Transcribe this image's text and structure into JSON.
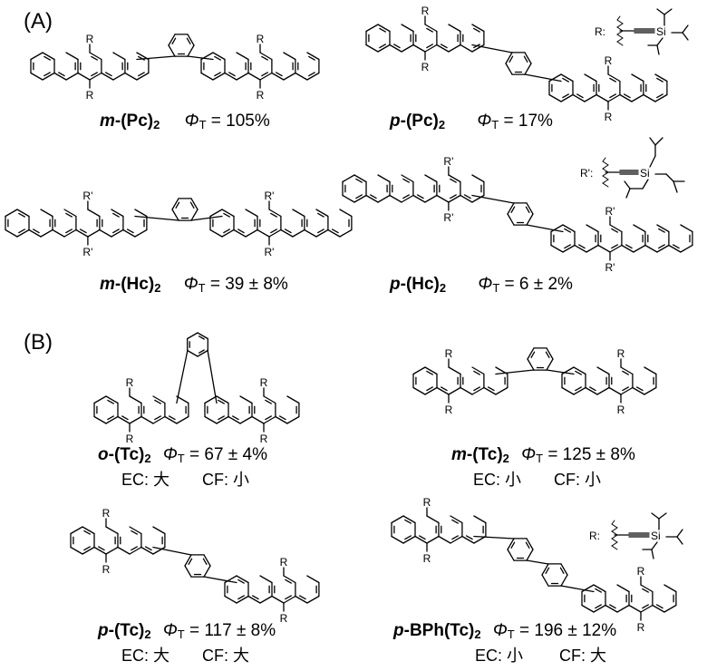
{
  "sections": [
    "(A)",
    "(B)"
  ],
  "rgroup": {
    "R": "R:",
    "Rp": "R':",
    "si": "Si",
    "R_atom": "R",
    "Rp_atom": "R'"
  },
  "compounds": [
    {
      "prefix": "m",
      "core": "(Pc)",
      "sub": "2",
      "phi_sym": "Φ",
      "phi_sub": "T",
      "value": "= 105%"
    },
    {
      "prefix": "p",
      "core": "(Pc)",
      "sub": "2",
      "phi_sym": "Φ",
      "phi_sub": "T",
      "value": "= 17%"
    },
    {
      "prefix": "m",
      "core": "(Hc)",
      "sub": "2",
      "phi_sym": "Φ",
      "phi_sub": "T",
      "value": "= 39 ± 8%"
    },
    {
      "prefix": "p",
      "core": "(Hc)",
      "sub": "2",
      "phi_sym": "Φ",
      "phi_sub": "T",
      "value": "= 6 ± 2%"
    },
    {
      "prefix": "o",
      "core": "(Tc)",
      "sub": "2",
      "phi_sym": "Φ",
      "phi_sub": "T",
      "value": "= 67 ± 4%",
      "ec": "EC: 大",
      "cf": "CF: 小"
    },
    {
      "prefix": "m",
      "core": "(Tc)",
      "sub": "2",
      "phi_sym": "Φ",
      "phi_sub": "T",
      "value": "= 125 ± 8%",
      "ec": "EC: 小",
      "cf": "CF: 小"
    },
    {
      "prefix": "p",
      "core": "(Tc)",
      "sub": "2",
      "phi_sym": "Φ",
      "phi_sub": "T",
      "value": "= 117 ± 8%",
      "ec": "EC: 大",
      "cf": "CF: 大"
    },
    {
      "prefix": "p",
      "core": "BPh(Tc)",
      "sub": "2",
      "phi_sym": "Φ",
      "phi_sub": "T",
      "value": "= 196 ± 12%",
      "ec": "EC: 小",
      "cf": "CF: 大"
    }
  ]
}
